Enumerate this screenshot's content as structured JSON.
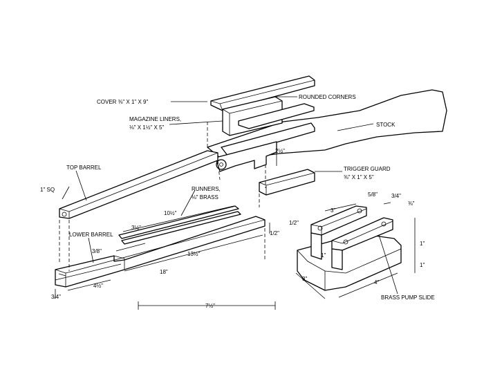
{
  "labels": {
    "cover": "COVER",
    "cover_dim": "⅜\" X 1\" X 9\"",
    "rounded_corners": "ROUNDED CORNERS",
    "magazine_liners": "MAGAZINE LINERS,",
    "magazine_dim": "⅛\" X 1½\" X 5\"",
    "stock": "STOCK",
    "top_barrel": "TOP BARREL",
    "one_sq": "1\" SQ",
    "trigger_guard": "TRIGGER GUARD",
    "trigger_dim": "⅜\" X 1\" X 5\"",
    "runners": "RUNNERS,",
    "runners_dim": "⅛\" BRASS",
    "lower_barrel": "LOWER BARREL",
    "brass_pump_slide": "BRASS PUMP SLIDE"
  },
  "dims": {
    "two_half": "2½\"",
    "ten_half": "10½\"",
    "three_half": "3½\"",
    "thirteen_half": "13½\"",
    "eighteen": "18\"",
    "four_half": "4½\"",
    "three_eighths": "3/8\"",
    "three_quarters_left": "3/4\"",
    "half_inch_left": "1/2\"",
    "seven_half": "7½\"",
    "three_top": "3\"",
    "five_eighths": "5/8\"",
    "three_quarters_right": "3/4\"",
    "half_inch_right": "1/2\"",
    "one_inch_a": "1\"",
    "one_inch_b": "1\"",
    "one_inch_c": "1\"",
    "three_base": "3\"",
    "four_base": "4\"",
    "small_fraction": "⅜\""
  }
}
